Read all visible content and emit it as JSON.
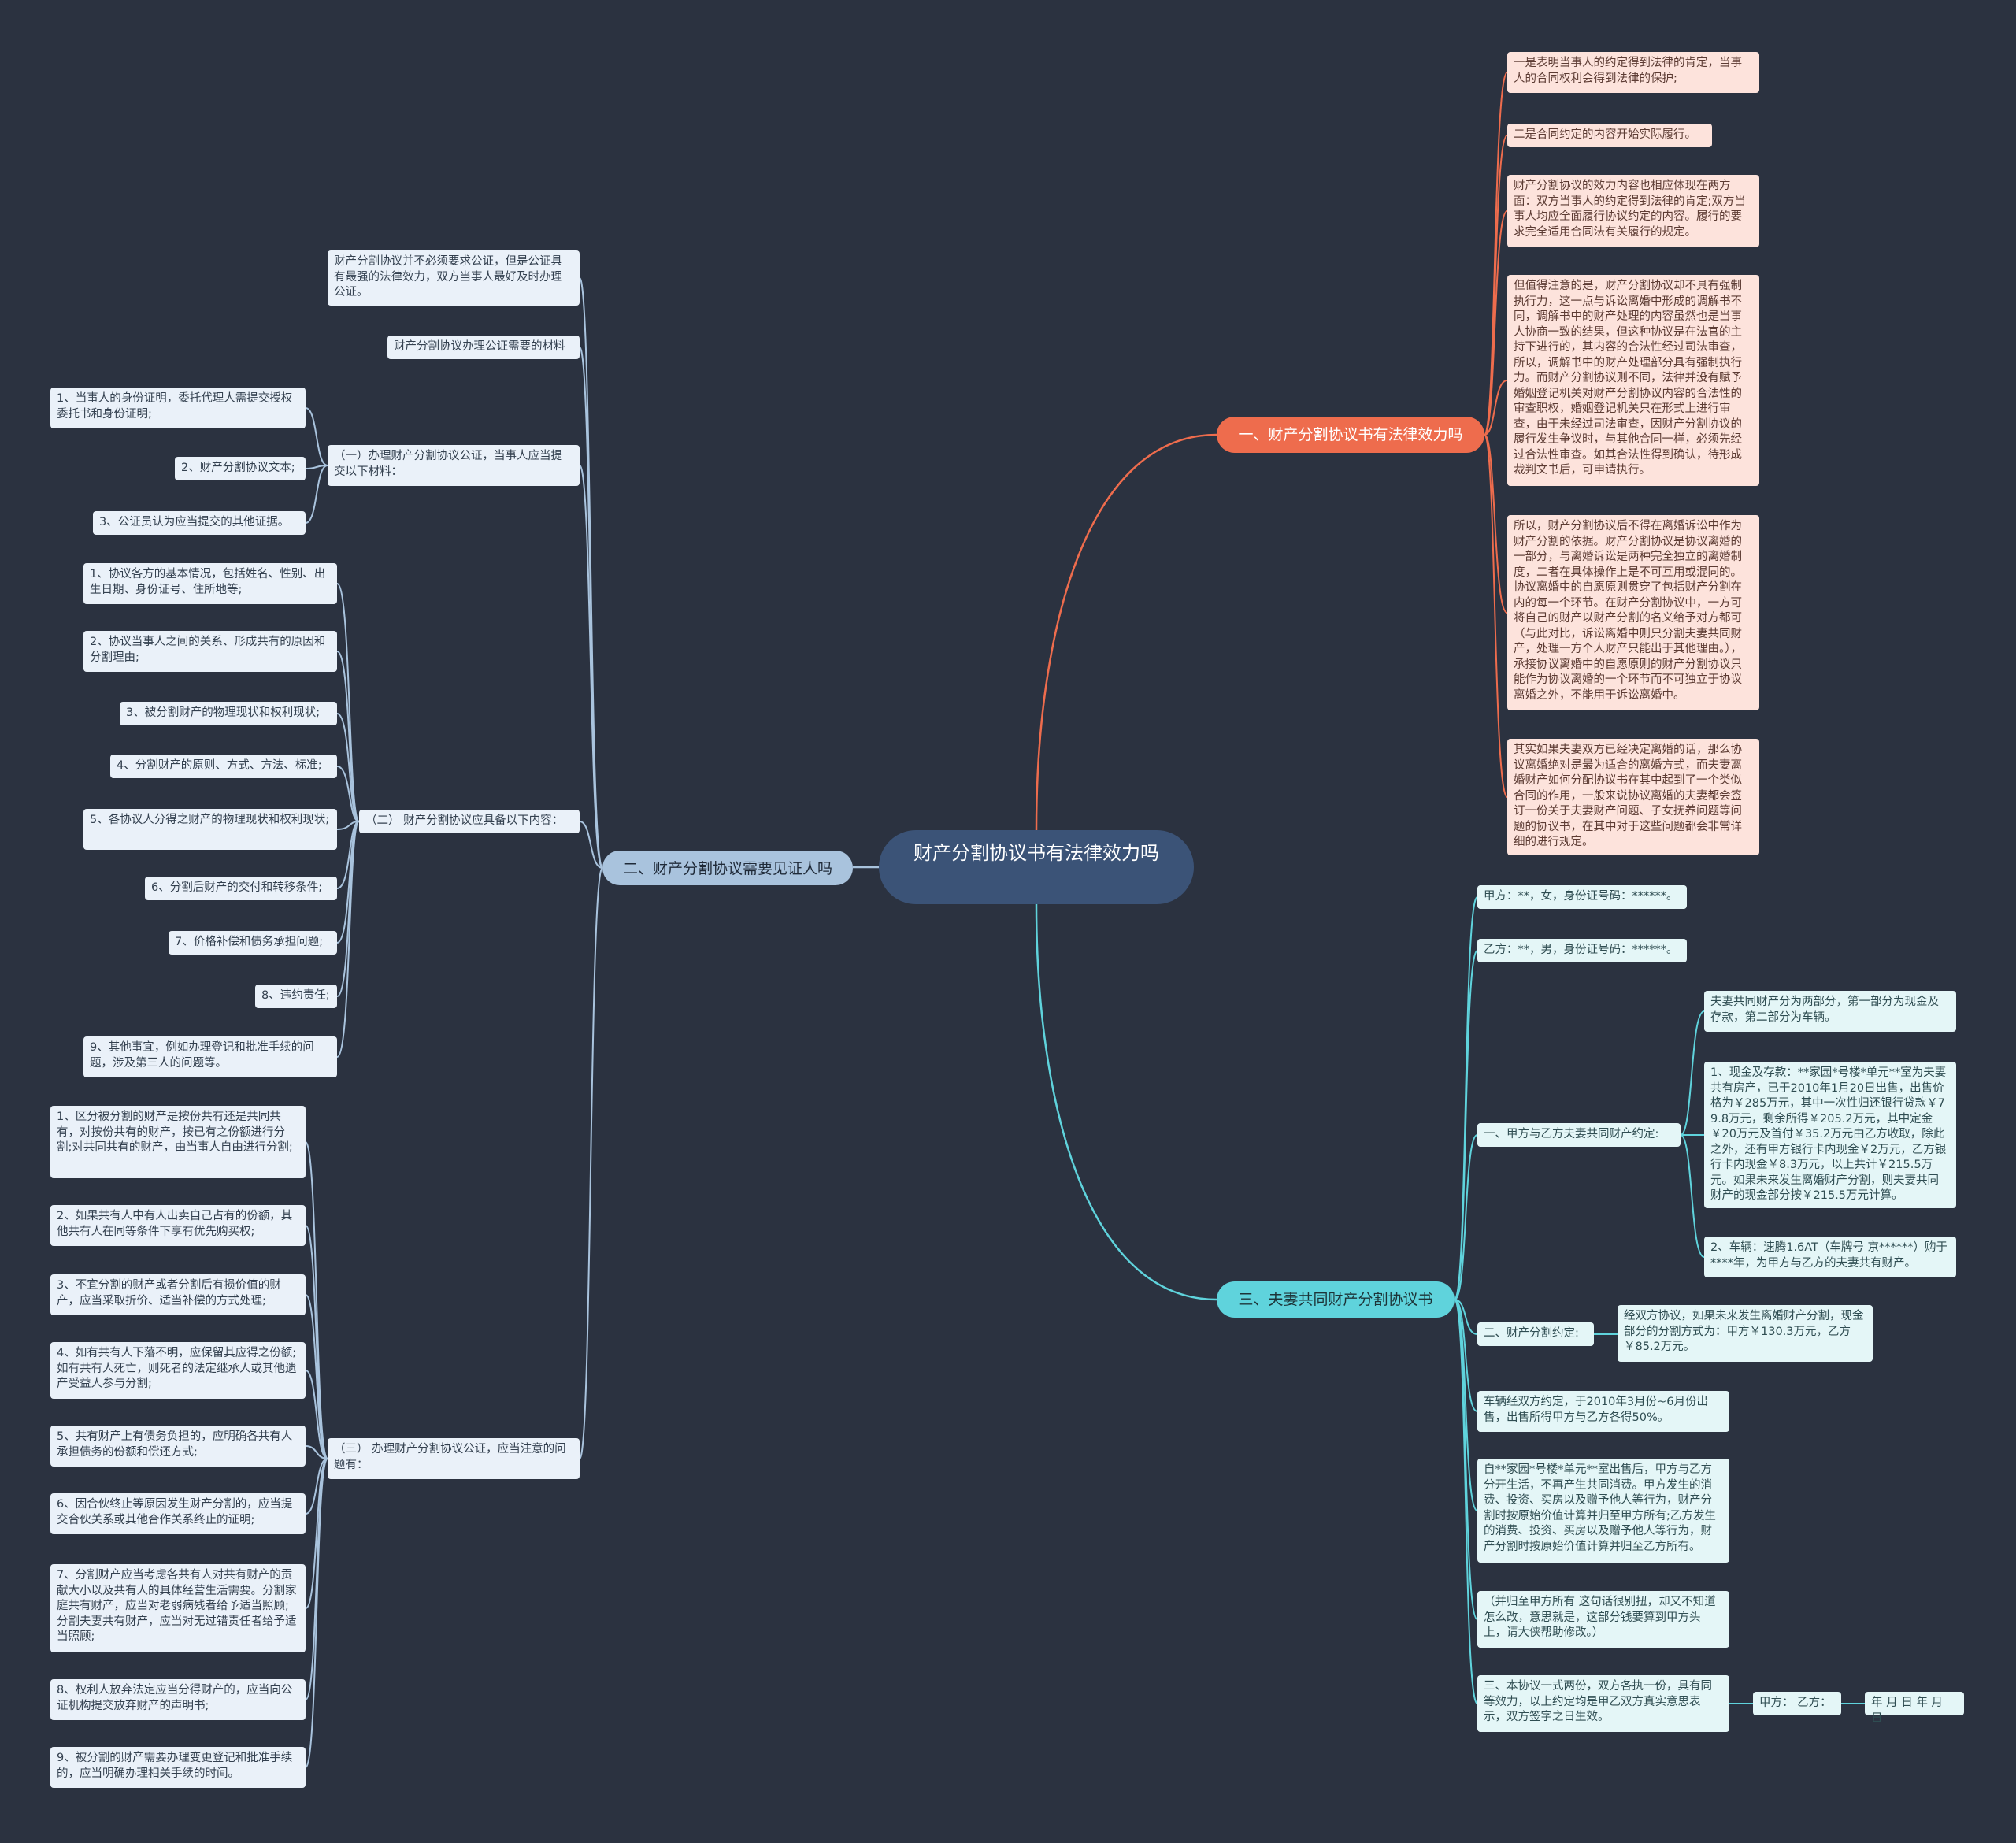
{
  "colors": {
    "background": "#2b3240",
    "root": "#3b5377",
    "branch_red": "#ee6c4d",
    "branch_blue": "#a9c3dd",
    "branch_teal": "#5fd3dc",
    "leaf_red": "#fde3dc",
    "leaf_blue": "#eaf1f9",
    "leaf_teal": "#e4f6f7"
  },
  "root": {
    "title": "财产分割协议书有法律效力吗"
  },
  "b1": {
    "label": "一、财产分割协议书有法律效力吗",
    "leaves": [
      "一是表明当事人的约定得到法律的肯定，当事人的合同权利会得到法律的保护;",
      "二是合同约定的内容开始实际履行。",
      "财产分割协议的效力内容也相应体现在两方面：双方当事人的约定得到法律的肯定;双方当事人均应全面履行协议约定的内容。履行的要求完全适用合同法有关履行的规定。",
      "但值得注意的是，财产分割协议却不具有强制执行力，这一点与诉讼离婚中形成的调解书不同，调解书中的财产处理的内容虽然也是当事人协商一致的结果，但这种协议是在法官的主持下进行的，其内容的合法性经过司法审查，所以，调解书中的财产处理部分具有强制执行力。而财产分割协议则不同，法律并没有赋予婚姻登记机关对财产分割协议内容的合法性的审查职权，婚姻登记机关只在形式上进行审查，由于未经过司法审查，因财产分割协议的履行发生争议时，与其他合同一样，必须先经过合法性审查。如其合法性得到确认，待形成裁判文书后，可申请执行。",
      "所以，财产分割协议后不得在离婚诉讼中作为财产分割的依据。财产分割协议是协议离婚的一部分，与离婚诉讼是两种完全独立的离婚制度，二者在具体操作上是不可互用或混同的。协议离婚中的自愿原则贯穿了包括财产分割在内的每一个环节。在财产分割协议中，一方可将自己的财产以财产分割的名义给予对方都可（与此对比，诉讼离婚中则只分割夫妻共同财产，处理一方个人财产只能出于其他理由。），承接协议离婚中的自愿原则的财产分割协议只能作为协议离婚的一个环节而不可独立于协议离婚之外，不能用于诉讼离婚中。",
      "其实如果夫妻双方已经决定离婚的话，那么协议离婚绝对是最为适合的离婚方式，而夫妻离婚财产如何分配协议书在其中起到了一个类似合同的作用，一般来说协议离婚的夫妻都会签订一份关于夫妻财产问题、子女抚养问题等问题的协议书，在其中对于这些问题都会非常详细的进行规定。"
    ]
  },
  "b2": {
    "label": "二、财产分割协议需要见证人吗",
    "top1": "财产分割协议并不必须要求公证，但是公证具有最强的法律效力，双方当事人最好及时办理公证。",
    "top2": "财产分割协议办理公证需要的材料",
    "sub1": {
      "label": "（一）办理财产分割协议公证，当事人应当提交以下材料：",
      "items": [
        "1、当事人的身份证明，委托代理人需提交授权委托书和身份证明;",
        "2、财产分割协议文本;",
        "3、公证员认为应当提交的其他证据。"
      ]
    },
    "sub2": {
      "label": "（二） 财产分割协议应具备以下内容：",
      "items": [
        "1、协议各方的基本情况，包括姓名、性别、出生日期、身份证号、住所地等;",
        "2、协议当事人之间的关系、形成共有的原因和分割理由;",
        "3、被分割财产的物理现状和权利现状;",
        "4、分割财产的原则、方式、方法、标准;",
        "5、各协议人分得之财产的物理现状和权利现状;",
        "6、分割后财产的交付和转移条件;",
        "7、价格补偿和债务承担问题;",
        "8、违约责任;",
        "9、其他事宜，例如办理登记和批准手续的问题，涉及第三人的问题等。"
      ]
    },
    "sub3": {
      "label": "（三） 办理财产分割协议公证，应当注意的问题有：",
      "items": [
        "1、区分被分割的财产是按份共有还是共同共有，对按份共有的财产，按已有之份额进行分割;对共同共有的财产，由当事人自由进行分割;",
        "2、如果共有人中有人出卖自己占有的份额，其他共有人在同等条件下享有优先购买权;",
        "3、不宜分割的财产或者分割后有损价值的财产，应当采取折价、适当补偿的方式处理;",
        "4、如有共有人下落不明，应保留其应得之份额;如有共有人死亡，则死者的法定继承人或其他遗产受益人参与分割;",
        "5、共有财产上有债务负担的，应明确各共有人承担债务的份额和偿还方式;",
        "6、因合伙终止等原因发生财产分割的，应当提交合伙关系或其他合作关系终止的证明;",
        "7、分割财产应当考虑各共有人对共有财产的贡献大小以及共有人的具体经营生活需要。分割家庭共有财产，应当对老弱病残者给予适当照顾;分割夫妻共有财产，应当对无过错责任者给予适当照顾;",
        "8、权利人放弃法定应当分得财产的，应当向公证机构提交放弃财产的声明书;",
        "9、被分割的财产需要办理变更登记和批准手续的，应当明确办理相关手续的时间。"
      ]
    }
  },
  "b3": {
    "label": "三、夫妻共同财产分割协议书",
    "party_a": "甲方：**，女，身份证号码：******。",
    "party_b": "乙方：**，男，身份证号码：******。",
    "agree1": {
      "label": "一、甲方与乙方夫妻共同财产约定:",
      "items": [
        "夫妻共同财产分为两部分，第一部分为现金及存款，第二部分为车辆。",
        "1、现金及存款：**家园*号楼*单元**室为夫妻共有房产，已于2010年1月20日出售，出售价格为￥285万元，其中一次性归还银行贷款￥79.8万元，剩余所得￥205.2万元，其中定金￥20万元及首付￥35.2万元由乙方收取，除此之外，还有甲方银行卡内现金￥2万元，乙方银行卡内现金￥8.3万元，以上共计￥215.5万元。如果未来发生离婚财产分割，则夫妻共同财产的现金部分按￥215.5万元计算。",
        "2、车辆：速腾1.6AT（车牌号 京******）购于****年，为甲方与乙方的夫妻共有财产。"
      ]
    },
    "agree2": {
      "label": "二、财产分割约定:",
      "detail": "经双方协议，如果未来发生离婚财产分割，现金部分的分割方式为：甲方￥130.3万元，乙方￥85.2万元。"
    },
    "car": "车辆经双方约定，于2010年3月份~6月份出售，出售所得甲方与乙方各得50%。",
    "house": "自**家园*号楼*单元**室出售后，甲方与乙方分开生活，不再产生共同消费。甲方发生的消费、投资、买房以及赠予他人等行为，财产分割时按原始价值计算并归至甲方所有;乙方发生的消费、投资、买房以及赠予他人等行为，财产分割时按原始价值计算并归至乙方所有。",
    "note": "（并归至甲方所有 这句话很别扭，却又不知道怎么改，意思就是，这部分钱要算到甲方头上，请大侠帮助修改。）",
    "copies": "三、本协议一式两份，双方各执一份，具有同等效力，以上约定均是甲乙双方真实意思表示，双方签字之日生效。",
    "sign": "甲方： 乙方：",
    "date": "年 月 日 年 月 日"
  }
}
